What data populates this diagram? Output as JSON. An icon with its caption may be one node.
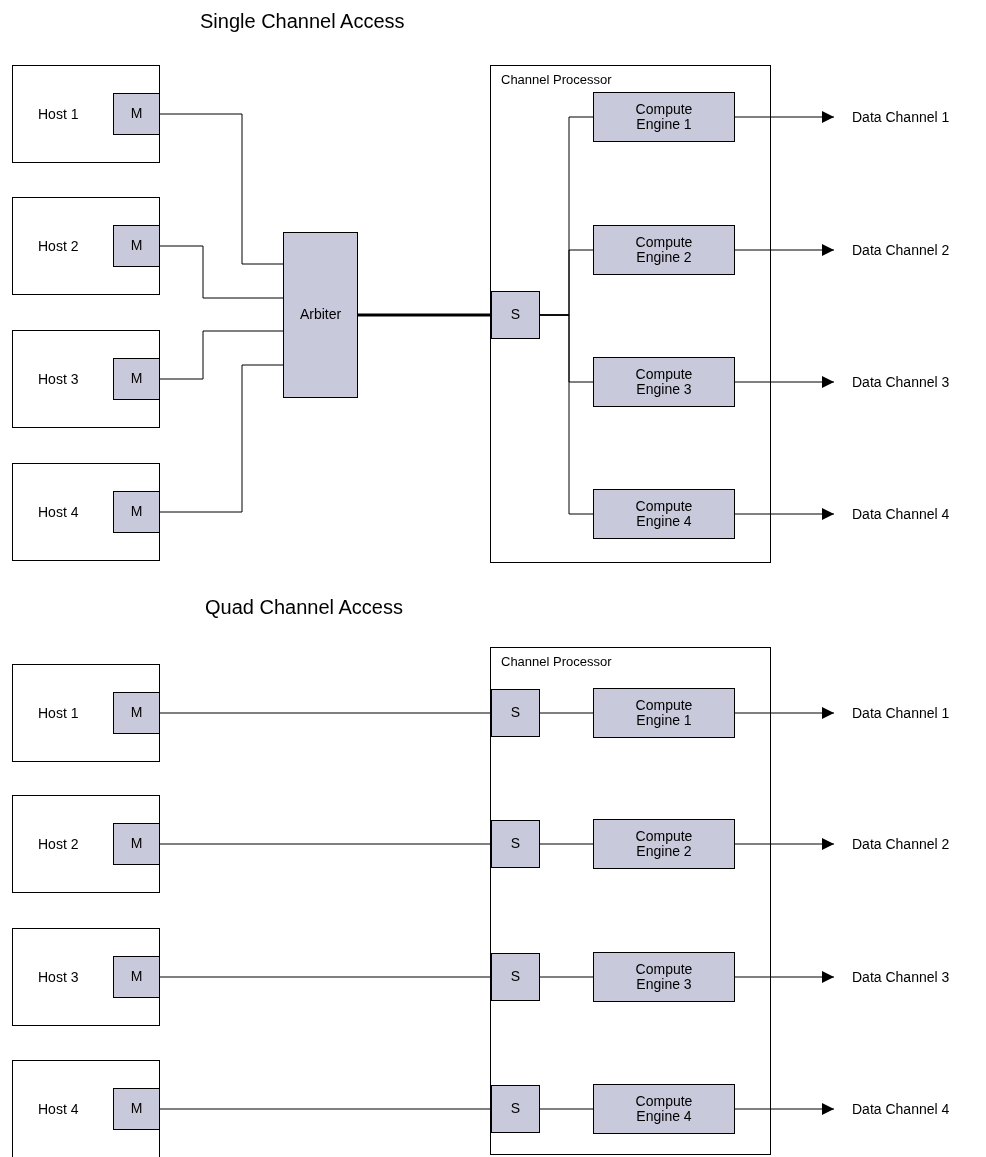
{
  "diagram": {
    "nodes": [
      {
        "text": [
          "Host 1"
        ]
      },
      {
        "text": [
          "M"
        ],
        "in": 0
      },
      {
        "text": [
          "Host 2"
        ]
      },
      {
        "text": [
          "M"
        ],
        "in": 2
      },
      {
        "text": [
          "Host 3"
        ]
      },
      {
        "text": [
          "M"
        ],
        "in": 4
      },
      {
        "text": [
          "Host 4"
        ]
      },
      {
        "text": [
          "M"
        ],
        "in": 6
      },
      {
        "text": [
          "Arbiter"
        ]
      },
      {
        "text": [
          "Channel Processor"
        ]
      },
      {
        "text": [
          "S"
        ],
        "in": 9
      },
      {
        "text": [
          "Compute Engine 1"
        ],
        "in": 9
      },
      {
        "text": [
          "Compute Engine 2"
        ],
        "in": 9
      },
      {
        "text": [
          "Compute Engine 3"
        ],
        "in": 9
      },
      {
        "text": [
          "Compute Engine 4"
        ],
        "in": 9
      },
      {
        "text": [
          "Data Channel 1"
        ]
      },
      {
        "text": [
          "Data Channel 2"
        ]
      },
      {
        "text": [
          "Data Channel 3"
        ]
      },
      {
        "text": [
          "Data Channel 4"
        ]
      },
      {
        "text": [
          "Host 1"
        ]
      },
      {
        "text": [
          "M"
        ],
        "in": 19
      },
      {
        "text": [
          "Host 2"
        ]
      },
      {
        "text": [
          "M"
        ],
        "in": 21
      },
      {
        "text": [
          "Host 3"
        ]
      },
      {
        "text": [
          "M"
        ],
        "in": 23
      },
      {
        "text": [
          "Host 4"
        ]
      },
      {
        "text": [
          "M"
        ],
        "in": 25
      },
      {
        "text": [
          "Channel Processor"
        ]
      },
      {
        "text": [
          "S"
        ],
        "in": 27
      },
      {
        "text": [
          "Compute Engine 1"
        ],
        "in": 27
      },
      {
        "text": [
          "S"
        ],
        "in": 27
      },
      {
        "text": [
          "Compute Engine 2"
        ],
        "in": 27
      },
      {
        "text": [
          "S"
        ],
        "in": 27
      },
      {
        "text": [
          "Compute Engine 3"
        ],
        "in": 27
      },
      {
        "text": [
          "S"
        ],
        "in": 27
      },
      {
        "text": [
          "Compute Engine 4"
        ],
        "in": 27
      },
      {
        "text": [
          "Data Channel 1"
        ]
      },
      {
        "text": [
          "Data Channel 2"
        ]
      },
      {
        "text": [
          "Data Channel 3"
        ]
      },
      {
        "text": [
          "Data Channel 4"
        ]
      }
    ],
    "edges": [
      {
        "from": 1,
        "to": 8,
        "arrow": "none"
      },
      {
        "from": 3,
        "to": 8,
        "arrow": "none"
      },
      {
        "from": 5,
        "to": 8,
        "arrow": "none"
      },
      {
        "from": 7,
        "to": 8,
        "arrow": "none"
      },
      {
        "from": 8,
        "to": 10,
        "arrow": "none",
        "style": "thick"
      },
      {
        "from": 10,
        "to": 11,
        "arrow": "none"
      },
      {
        "from": 10,
        "to": 12,
        "arrow": "none"
      },
      {
        "from": 10,
        "to": 13,
        "arrow": "none"
      },
      {
        "from": 10,
        "to": 14,
        "arrow": "none"
      },
      {
        "from": 11,
        "to": 15,
        "arrow": "to"
      },
      {
        "from": 12,
        "to": 16,
        "arrow": "to"
      },
      {
        "from": 13,
        "to": 17,
        "arrow": "to"
      },
      {
        "from": 14,
        "to": 18,
        "arrow": "to"
      },
      {
        "from": 20,
        "to": 28,
        "arrow": "none"
      },
      {
        "from": 22,
        "to": 30,
        "arrow": "none"
      },
      {
        "from": 24,
        "to": 32,
        "arrow": "none"
      },
      {
        "from": 26,
        "to": 34,
        "arrow": "none"
      },
      {
        "from": 28,
        "to": 29,
        "arrow": "none"
      },
      {
        "from": 30,
        "to": 31,
        "arrow": "none"
      },
      {
        "from": 32,
        "to": 33,
        "arrow": "none"
      },
      {
        "from": 34,
        "to": 35,
        "arrow": "none"
      },
      {
        "from": 29,
        "to": 36,
        "arrow": "to"
      },
      {
        "from": 31,
        "to": 37,
        "arrow": "to"
      },
      {
        "from": 33,
        "to": 38,
        "arrow": "to"
      },
      {
        "from": 35,
        "to": 39,
        "arrow": "to"
      }
    ],
    "labels": [
      "Single Channel Access",
      "Quad Channel Access"
    ]
  }
}
